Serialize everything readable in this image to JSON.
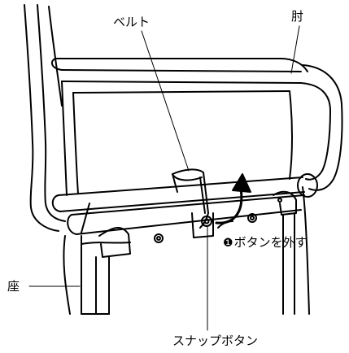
{
  "labels": {
    "belt": "ベルト",
    "armrest": "肘",
    "snap_button": "スナップボタン",
    "seat": "座",
    "step_number": "❶",
    "step_text": "ボタンを外す"
  }
}
